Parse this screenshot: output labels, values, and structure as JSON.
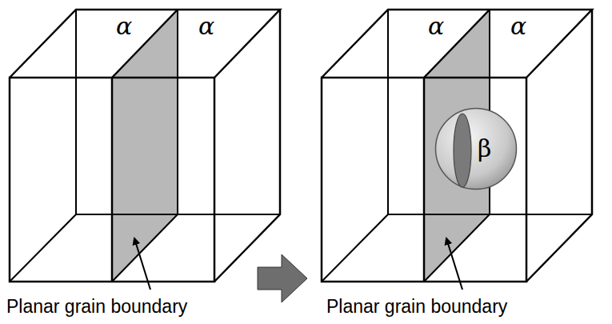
{
  "diagram": {
    "nodes": [
      {
        "text": [
          "β"
        ]
      }
    ],
    "labels": [
      "α",
      "α",
      "α",
      "α",
      "Planar grain boundary",
      "Planar grain boundary"
    ]
  }
}
